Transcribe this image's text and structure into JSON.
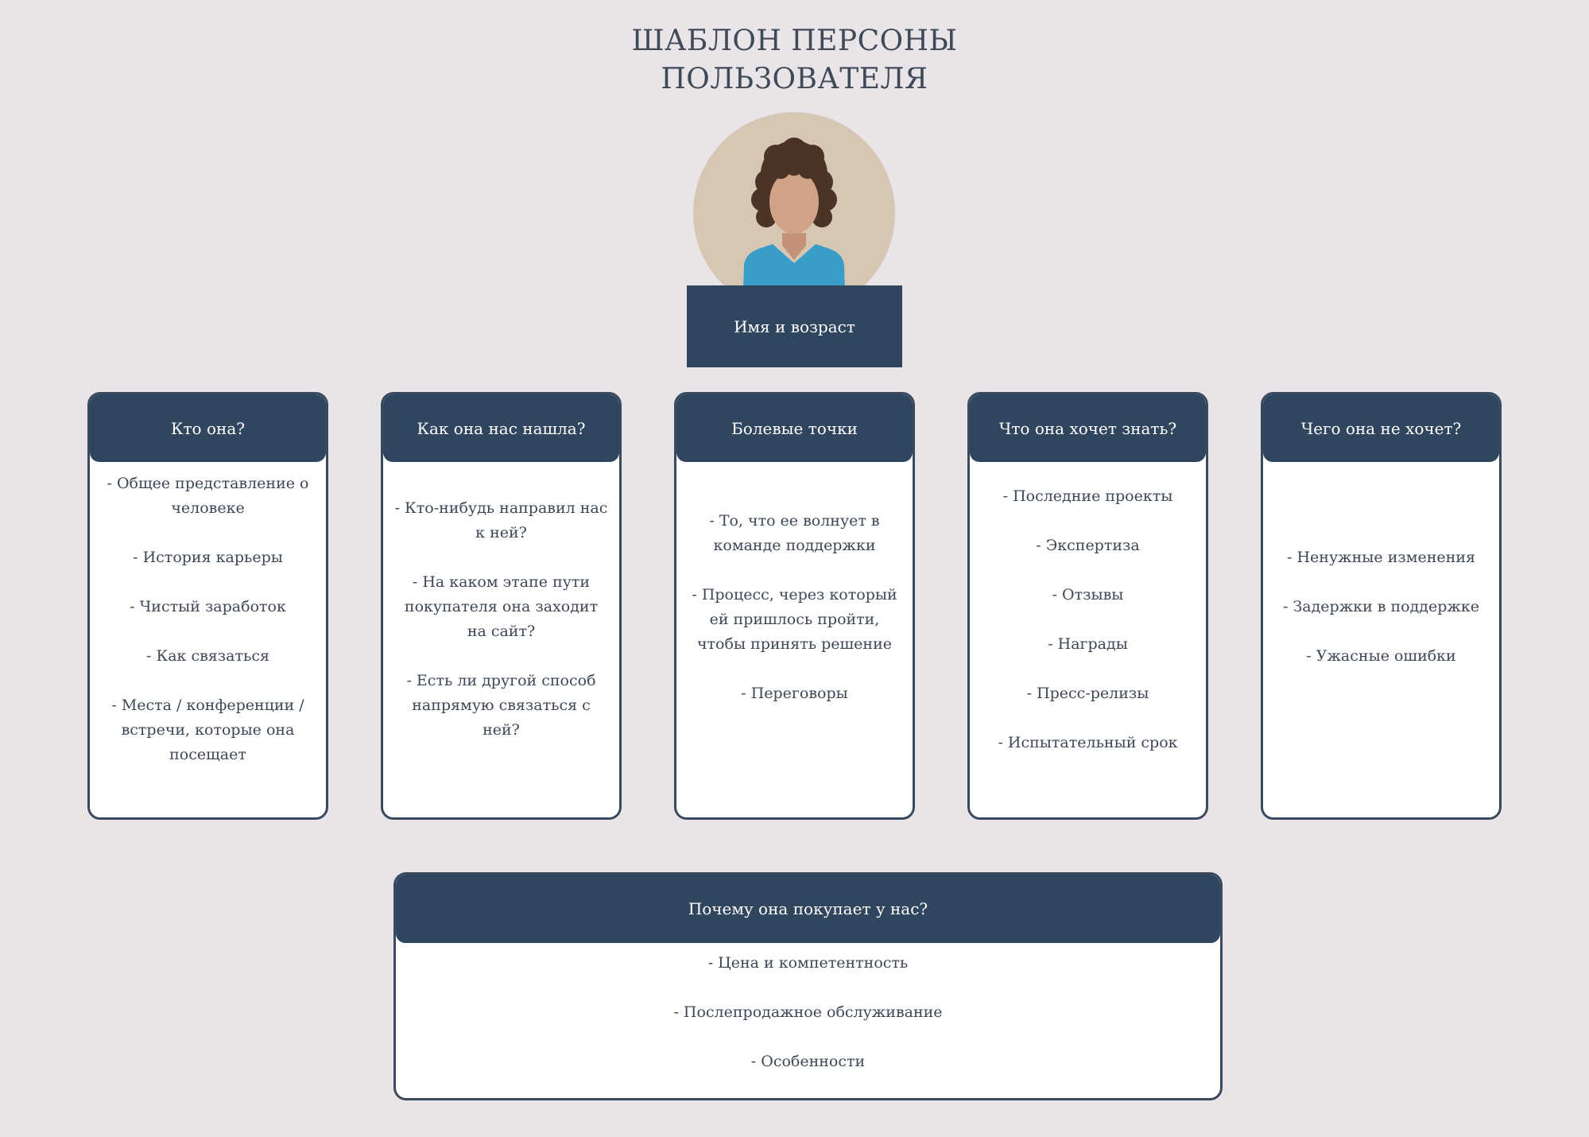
{
  "title": {
    "line1": "ШАБЛОН ПЕРСОНЫ",
    "line2": "ПОЛЬЗОВАТЕЛЯ"
  },
  "persona": {
    "name_label": "Имя и возраст",
    "avatar_icon": "woman-avatar-icon"
  },
  "colors": {
    "background": "#e9e4e8",
    "header": "#30465e",
    "border": "#3a4a5e",
    "avatar_bg": "#d6c7b4",
    "shirt": "#3a9cc9",
    "hair": "#4a3427",
    "skin": "#d0a387"
  },
  "cards": [
    {
      "title": "Кто она?",
      "items": [
        "- Общее представление о человеке",
        "- История карьеры",
        "- Чистый заработок",
        "- Как связаться",
        "- Места / конференции / встречи, которые она посещает"
      ]
    },
    {
      "title": "Как она нас нашла?",
      "items": [
        "- Кто-нибудь направил нас к ней?",
        "- На каком этапе пути покупателя она заходит на сайт?",
        "- Есть ли другой способ напрямую связаться с ней?"
      ]
    },
    {
      "title": "Болевые точки",
      "items": [
        "- То, что ее волнует в команде поддержки",
        "- Процесс, через который ей пришлось пройти, чтобы принять решение",
        "- Переговоры"
      ]
    },
    {
      "title": "Что она хочет знать?",
      "items": [
        "- Последние проекты",
        "- Экспертиза",
        "- Отзывы",
        "- Награды",
        "- Пресс-релизы",
        "- Испытательный срок"
      ]
    },
    {
      "title": "Чего она не хочет?",
      "items": [
        "- Ненужные изменения",
        "- Задержки в поддержке",
        "- Ужасные ошибки"
      ]
    }
  ],
  "bottom_card": {
    "title": "Почему она покупает у нас?",
    "items": [
      "- Цена и компетентность",
      "- Послепродажное обслуживание",
      "- Особенности"
    ]
  }
}
